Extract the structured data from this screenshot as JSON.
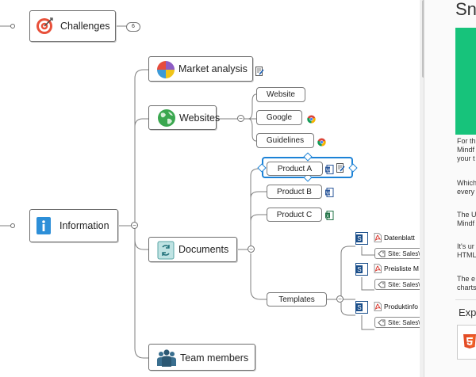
{
  "map": {
    "challenges": {
      "label": "Challenges",
      "badge": "6",
      "icon": "target-icon"
    },
    "information": {
      "label": "Information",
      "icon": "info-icon"
    },
    "market_analysis": {
      "label": "Market analysis",
      "icon": "pie-chart-icon"
    },
    "websites": {
      "label": "Websites",
      "icon": "globe-icon"
    },
    "website": {
      "label": "Website"
    },
    "google": {
      "label": "Google",
      "icon": "chrome-icon"
    },
    "guidelines": {
      "label": "Guidelines",
      "icon": "chrome-icon"
    },
    "documents": {
      "label": "Documents",
      "icon": "sharepoint-sync-icon"
    },
    "product_a": {
      "label": "Product A"
    },
    "product_b": {
      "label": "Product B"
    },
    "product_c": {
      "label": "Product C"
    },
    "templates": {
      "label": "Templates"
    },
    "team_members": {
      "label": "Team members",
      "icon": "people-icon"
    },
    "template_files": [
      {
        "name": "Datenblatt",
        "site": "Site: Sales\\"
      },
      {
        "name": "Preisliste M",
        "site": "Site: Sales\\"
      },
      {
        "name": "Produktinfo",
        "site": "Site: Sales\\"
      }
    ]
  },
  "right_panel": {
    "heading": "Sn",
    "lines": [
      "For th",
      "Mindf",
      "your t",
      "Which",
      "every",
      "The U",
      "Mindf",
      "It's ur",
      "HTML",
      "The e",
      "charts"
    ],
    "export_label": "Exp",
    "accent_color": "#17c37b"
  }
}
